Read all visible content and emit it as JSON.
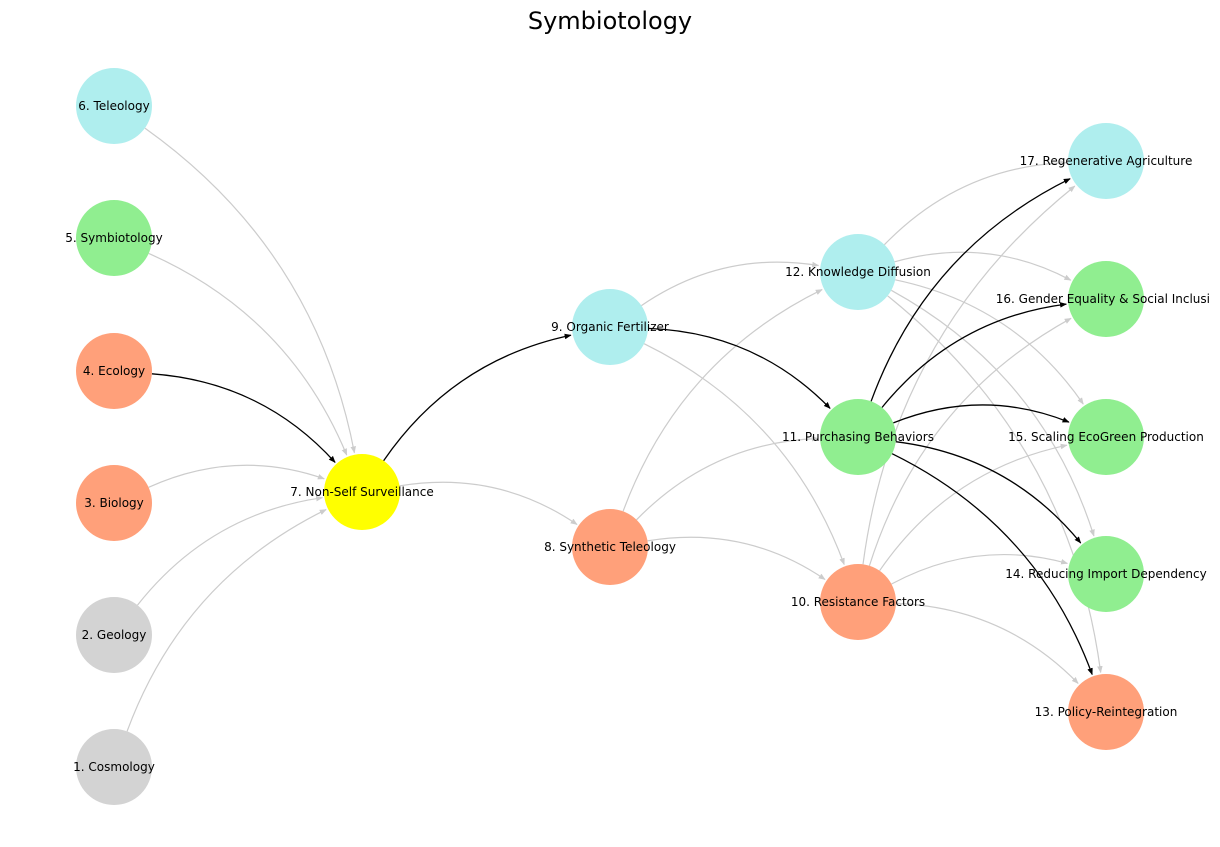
{
  "title": "Symbiotology",
  "colors": {
    "gray": "#d3d3d3",
    "salmon": "#ffa07a",
    "green": "#90ee90",
    "cyan": "#afeeee",
    "yellow": "#ffff00",
    "edge_light": "#cccccc",
    "edge_dark": "#000000"
  },
  "nodes": [
    {
      "id": 1,
      "label": "1. Cosmology",
      "color": "gray"
    },
    {
      "id": 2,
      "label": "2. Geology",
      "color": "gray"
    },
    {
      "id": 3,
      "label": "3. Biology",
      "color": "salmon"
    },
    {
      "id": 4,
      "label": "4. Ecology",
      "color": "salmon"
    },
    {
      "id": 5,
      "label": "5. Symbiotology",
      "color": "green"
    },
    {
      "id": 6,
      "label": "6. Teleology",
      "color": "cyan"
    },
    {
      "id": 7,
      "label": "7. Non-Self Surveillance",
      "color": "yellow"
    },
    {
      "id": 8,
      "label": "8. Synthetic Teleology",
      "color": "salmon"
    },
    {
      "id": 9,
      "label": "9. Organic Fertilizer",
      "color": "cyan"
    },
    {
      "id": 10,
      "label": "10. Resistance Factors",
      "color": "salmon"
    },
    {
      "id": 11,
      "label": "11. Purchasing Behaviors",
      "color": "green"
    },
    {
      "id": 12,
      "label": "12. Knowledge Diffusion",
      "color": "cyan"
    },
    {
      "id": 13,
      "label": "13. Policy-Reintegration",
      "color": "salmon"
    },
    {
      "id": 14,
      "label": "14. Reducing Import Dependency",
      "color": "green"
    },
    {
      "id": 15,
      "label": "15. Scaling EcoGreen Production",
      "color": "green"
    },
    {
      "id": 16,
      "label": "16. Gender Equality & Social Inclusi",
      "color": "green"
    },
    {
      "id": 17,
      "label": "17. Regenerative Agriculture",
      "color": "cyan"
    }
  ],
  "edges": [
    {
      "from": 1,
      "to": 7,
      "style": "light"
    },
    {
      "from": 2,
      "to": 7,
      "style": "light"
    },
    {
      "from": 3,
      "to": 7,
      "style": "light"
    },
    {
      "from": 4,
      "to": 7,
      "style": "dark"
    },
    {
      "from": 5,
      "to": 7,
      "style": "light"
    },
    {
      "from": 6,
      "to": 7,
      "style": "light"
    },
    {
      "from": 7,
      "to": 8,
      "style": "light"
    },
    {
      "from": 7,
      "to": 9,
      "style": "dark"
    },
    {
      "from": 8,
      "to": 10,
      "style": "light"
    },
    {
      "from": 8,
      "to": 11,
      "style": "light"
    },
    {
      "from": 8,
      "to": 12,
      "style": "light"
    },
    {
      "from": 9,
      "to": 10,
      "style": "light"
    },
    {
      "from": 9,
      "to": 11,
      "style": "dark"
    },
    {
      "from": 9,
      "to": 12,
      "style": "light"
    },
    {
      "from": 10,
      "to": 13,
      "style": "light"
    },
    {
      "from": 10,
      "to": 14,
      "style": "light"
    },
    {
      "from": 10,
      "to": 15,
      "style": "light"
    },
    {
      "from": 10,
      "to": 16,
      "style": "light"
    },
    {
      "from": 10,
      "to": 17,
      "style": "light"
    },
    {
      "from": 11,
      "to": 13,
      "style": "dark"
    },
    {
      "from": 11,
      "to": 14,
      "style": "dark"
    },
    {
      "from": 11,
      "to": 15,
      "style": "dark"
    },
    {
      "from": 11,
      "to": 16,
      "style": "dark"
    },
    {
      "from": 11,
      "to": 17,
      "style": "dark"
    },
    {
      "from": 12,
      "to": 13,
      "style": "light"
    },
    {
      "from": 12,
      "to": 14,
      "style": "light"
    },
    {
      "from": 12,
      "to": 15,
      "style": "light"
    },
    {
      "from": 12,
      "to": 16,
      "style": "light"
    },
    {
      "from": 12,
      "to": 17,
      "style": "light"
    }
  ]
}
